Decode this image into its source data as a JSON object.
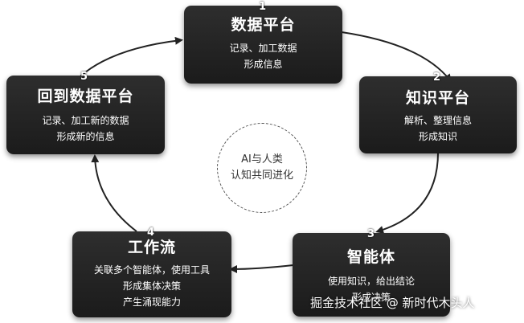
{
  "nodes": [
    {
      "num": "1",
      "title": "数据平台",
      "lines": [
        "记录、加工数据",
        "形成信息"
      ]
    },
    {
      "num": "2",
      "title": "知识平台",
      "lines": [
        "解析、整理信息",
        "形成知识"
      ]
    },
    {
      "num": "3",
      "title": "智能体",
      "lines": [
        "使用知识，给出结论",
        "形成决策"
      ]
    },
    {
      "num": "4",
      "title": "工作流",
      "lines": [
        "关联多个智能体，使用工具",
        "形成集体决策",
        "产生涌现能力"
      ]
    },
    {
      "num": "5",
      "title": "回到数据平台",
      "lines": [
        "记录、加工新的数据",
        "形成新的信息"
      ]
    }
  ],
  "center": {
    "line1": "AI与人类",
    "line2": "认知共同进化"
  },
  "watermark": "掘金技术社区 @ 新时代木头人"
}
